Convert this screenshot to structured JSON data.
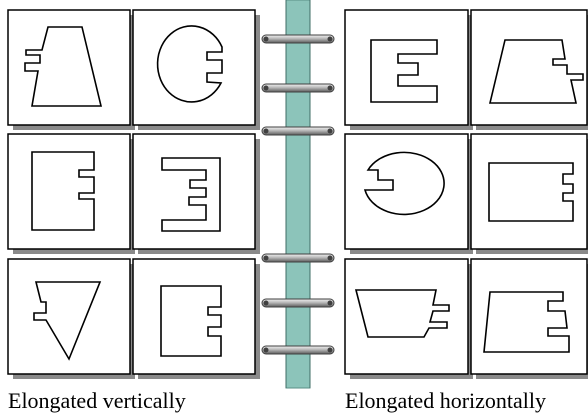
{
  "captions": {
    "left": "Elongated vertically",
    "right": "Elongated horizontally"
  },
  "colors": {
    "panel_fill": "#ffffff",
    "panel_border": "#000000",
    "panel_shadow": "#8a8a8a",
    "spine": "#8cc4ba",
    "spine_edge": "#5a8f87",
    "ring": "#b8b8b8",
    "ring_edge": "#404040"
  },
  "left_page": {
    "tiles": [
      {
        "shape": "trapezoid-with-notch"
      },
      {
        "shape": "circle-with-notch"
      },
      {
        "shape": "square-with-notch"
      },
      {
        "shape": "square-with-double-notch"
      },
      {
        "shape": "inverted-triangle-with-notch"
      },
      {
        "shape": "square-with-notch"
      }
    ]
  },
  "right_page": {
    "tiles": [
      {
        "shape": "square-with-notch"
      },
      {
        "shape": "trapezoid-with-notch"
      },
      {
        "shape": "circle-with-notch"
      },
      {
        "shape": "square-with-notch"
      },
      {
        "shape": "inverted-trapezoid-with-notch"
      },
      {
        "shape": "parallelogram-with-notch"
      }
    ]
  },
  "binder_rings": {
    "count": 6
  }
}
